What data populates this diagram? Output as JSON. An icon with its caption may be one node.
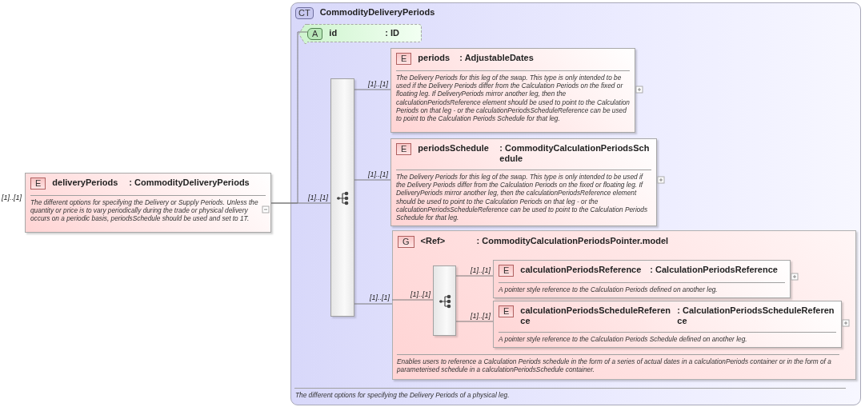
{
  "diagram": {
    "nodes": [
      {
        "text": [
          "E",
          "deliveryPeriods",
          ": CommodityDeliveryPeriods",
          "The different options for specifying the Delivery or Supply Periods. Unless the quantity or price is to vary periodically during the trade or physical delivery occurs on a periodic basis, periodsSchedule should be used and set to 1T."
        ],
        "beside": [
          "[1]..[1]"
        ]
      },
      {
        "text": [
          "CT",
          "CommodityDeliveryPeriods",
          "The different options for specifying the Delivery Periods of a physical leg."
        ]
      },
      {
        "text": [
          "A",
          "id",
          ": ID"
        ],
        "in": 1
      },
      {
        "text": [],
        "shape": "box",
        "in": 1
      },
      {
        "text": [
          "E",
          "periods",
          ": AdjustableDates",
          "The Delivery Periods for this leg of the swap. This type is only intended to be used if the Delivery Periods differ from the Calculation Periods on the fixed or floating leg. If DeliveryPeriods mirror another leg, then the calculationPeriodsReference element should be used to point to the Calculation Periods on that leg - or the calculationPeriodsScheduleReference can be used to point to the Calculation Periods Schedule for that leg."
        ],
        "in": 1
      },
      {
        "text": [
          "E",
          "periodsSchedule",
          ": CommodityCalculationPeriodsSchedule",
          "The Delivery Periods for this leg of the swap. This type is only intended to be used if the Delivery Periods differ from the Calculation Periods on the fixed or floating leg. If DeliveryPeriods mirror another leg, then the calculationPeriodsReference element should be used to point to the Calculation Periods on that leg - or the calculationPeriodsScheduleReference can be used to point to the Calculation Periods Schedule for that leg."
        ],
        "in": 1
      },
      {
        "text": [
          "G",
          "<Ref>",
          ": CommodityCalculationPeriodsPointer.model",
          "Enables users to reference a Calculation Periods schedule in the form of a series of actual dates in a calculationPeriods container or in the form of a parameterised schedule in a calculationPeriodsSchedule container."
        ],
        "in": 1
      },
      {
        "text": [],
        "shape": "box",
        "in": 6
      },
      {
        "text": [
          "E",
          "calculationPeriodsReference",
          ": CalculationPeriodsReference",
          "A pointer style reference to the Calculation Periods defined on another leg."
        ],
        "in": 6
      },
      {
        "text": [
          "E",
          "calculationPeriodsScheduleReference",
          ": CalculationPeriodsScheduleReference",
          "A pointer style reference to the Calculation Periods Schedule defined on another leg."
        ],
        "in": 6
      }
    ],
    "edges": [
      {
        "from": 0,
        "to": 2,
        "arrow": "none"
      },
      {
        "from": 0,
        "to": 3,
        "arrow": "none",
        "label": "[1]..[1]"
      },
      {
        "from": 3,
        "to": 4,
        "arrow": "none",
        "label": "[1]..[1]"
      },
      {
        "from": 3,
        "to": 5,
        "arrow": "none",
        "label": "[1]..[1]"
      },
      {
        "from": 3,
        "to": 6,
        "arrow": "none",
        "label": "[1]..[1]"
      },
      {
        "from": 6,
        "to": 7,
        "arrow": "none",
        "label": "[1]..[1]"
      },
      {
        "from": 7,
        "to": 8,
        "arrow": "none",
        "label": "[1]..[1]"
      },
      {
        "from": 7,
        "to": 9,
        "arrow": "none",
        "label": "[1]..[1]"
      }
    ]
  }
}
